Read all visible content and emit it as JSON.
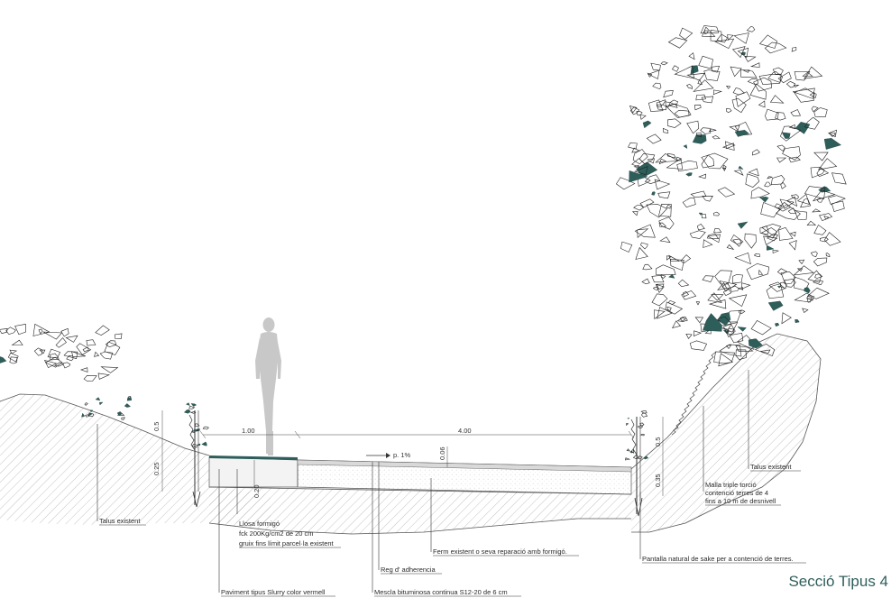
{
  "title": "Secció Tipus 4",
  "dimensions": {
    "sidewalk_width": "1.00",
    "road_width": "4.00",
    "slope": "p. 1%",
    "bank_left_height": "0.5",
    "post_left_depth": "0.25",
    "slab_thickness": "0.20",
    "asphalt_thickness": "0.06",
    "bank_right_height": "0.5",
    "post_right_depth": "0.35"
  },
  "annotations": {
    "talus_left": "Talus existent",
    "talus_right": "Talus existent",
    "losa_line1": "Llosa formigó",
    "losa_line2": "fck 200Kg/cm2 de 20 cm",
    "losa_line3": "gruix fins límit parcel·la existent",
    "paviment": "Paviment tipus Slurry color vermell",
    "reg": "Reg d' adherencia",
    "mescla": "Mescla bituminosa continua S12-20 de 6 cm",
    "ferm": "Ferm existent o seva reparació amb formigó.",
    "pantalla": "Pantalla natural de sake per a contenció de terres.",
    "malla_line1": "Malla triple torció",
    "malla_line2": "contenció terres de 4",
    "malla_line3": "fins a 10 m de desnivell"
  },
  "colors": {
    "accent": "#2e5e5a",
    "ground_hatch": "#9a9a9a",
    "figure": "#c8c8c8",
    "pavement": "#2e5e5a"
  }
}
